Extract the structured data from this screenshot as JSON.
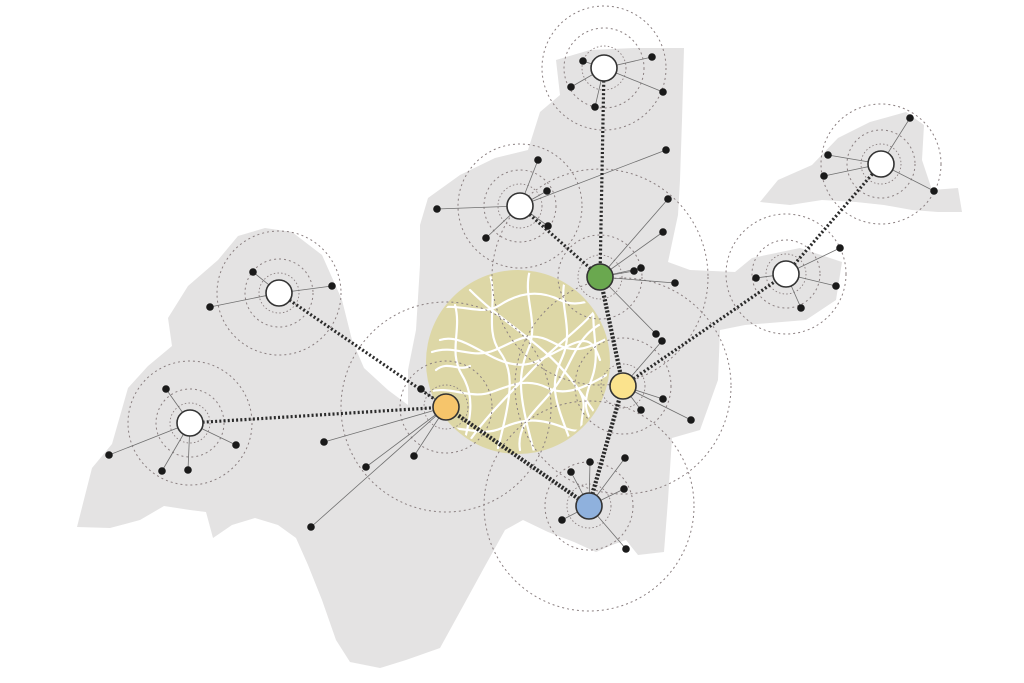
{
  "diagram": {
    "colors": {
      "background": "#ffffff",
      "land": "#e4e3e3",
      "core_area": "#ddd7a6",
      "street_lines": "#ffffff",
      "dotted_ring": "#8a7f80",
      "connector": "#2b2b2b",
      "dot": "#1a1a1a",
      "node_outline": "#333333"
    },
    "hub_colors": {
      "white": "#ffffff",
      "green": "#6aa84f",
      "orange": "#f6c56b",
      "yellow": "#fbe38d",
      "blue": "#8fb1dd"
    },
    "hubs": [
      {
        "id": "hub-north",
        "color": "white",
        "role": "satellite"
      },
      {
        "id": "hub-north-west",
        "color": "white",
        "role": "satellite"
      },
      {
        "id": "hub-green",
        "color": "green",
        "role": "primary"
      },
      {
        "id": "hub-west",
        "color": "white",
        "role": "satellite"
      },
      {
        "id": "hub-far-west",
        "color": "white",
        "role": "satellite"
      },
      {
        "id": "hub-orange",
        "color": "orange",
        "role": "primary"
      },
      {
        "id": "hub-yellow",
        "color": "yellow",
        "role": "primary"
      },
      {
        "id": "hub-blue",
        "color": "blue",
        "role": "primary"
      },
      {
        "id": "hub-east",
        "color": "white",
        "role": "satellite"
      },
      {
        "id": "hub-far-east",
        "color": "white",
        "role": "satellite"
      }
    ],
    "links": [
      [
        "hub-north",
        "hub-green"
      ],
      [
        "hub-north-west",
        "hub-green"
      ],
      [
        "hub-green",
        "hub-yellow"
      ],
      [
        "hub-yellow",
        "hub-blue"
      ],
      [
        "hub-orange",
        "hub-blue"
      ],
      [
        "hub-west",
        "hub-orange"
      ],
      [
        "hub-far-west",
        "hub-orange"
      ],
      [
        "hub-yellow",
        "hub-east"
      ],
      [
        "hub-east",
        "hub-far-east"
      ]
    ]
  }
}
